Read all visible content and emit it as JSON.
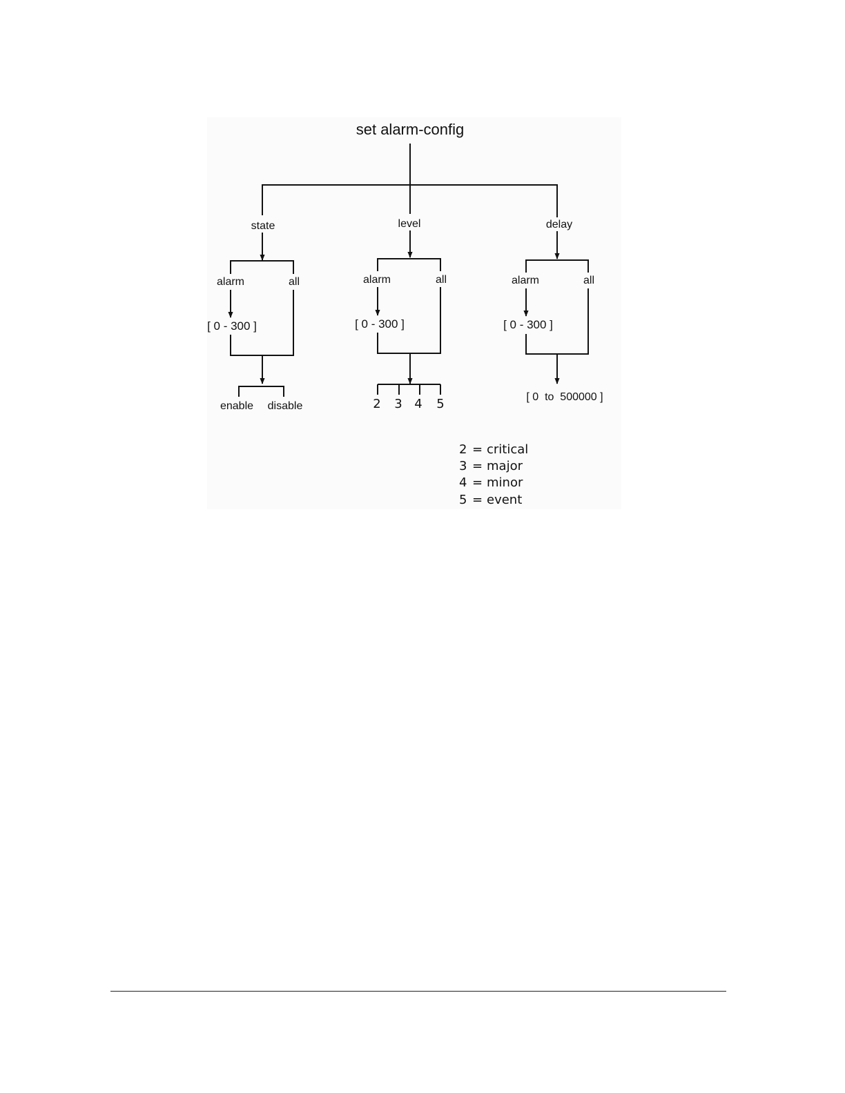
{
  "diagram": {
    "root": "set alarm-config",
    "branches": {
      "state": {
        "label": "state",
        "alarm": "alarm",
        "all": "all",
        "range": "[ 0 - 300 ]",
        "values": [
          "enable",
          "disable"
        ]
      },
      "level": {
        "label": "level",
        "alarm": "alarm",
        "all": "all",
        "range": "[ 0 - 300 ]",
        "values": [
          "2",
          "3",
          "4",
          "5"
        ]
      },
      "delay": {
        "label": "delay",
        "alarm": "alarm",
        "all": "all",
        "range": "[ 0 - 300 ]",
        "value": "[ 0  to  500000 ]"
      }
    },
    "legend": [
      {
        "num": "2",
        "eq": "=",
        "name": "critical"
      },
      {
        "num": "3",
        "eq": "=",
        "name": "major"
      },
      {
        "num": "4",
        "eq": "=",
        "name": "minor"
      },
      {
        "num": "5",
        "eq": "=",
        "name": "event"
      }
    ]
  }
}
